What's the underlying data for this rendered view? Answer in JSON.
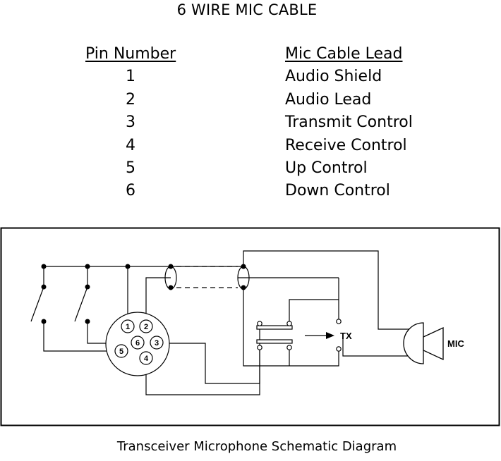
{
  "title": "6 WIRE MIC CABLE",
  "table": {
    "headers": {
      "pin": "Pin Number",
      "lead": "Mic Cable Lead"
    },
    "rows": [
      {
        "pin": "1",
        "lead": "Audio Shield"
      },
      {
        "pin": "2",
        "lead": "Audio Lead"
      },
      {
        "pin": "3",
        "lead": "Transmit Control"
      },
      {
        "pin": "4",
        "lead": "Receive Control"
      },
      {
        "pin": "5",
        "lead": "Up Control"
      },
      {
        "pin": "6",
        "lead": "Down Control"
      }
    ]
  },
  "schematic": {
    "connector_pins": [
      "1",
      "2",
      "3",
      "4",
      "5",
      "6"
    ],
    "tx_label": "TX",
    "mic_label": "MIC"
  },
  "caption": "Transceiver Microphone Schematic Diagram"
}
